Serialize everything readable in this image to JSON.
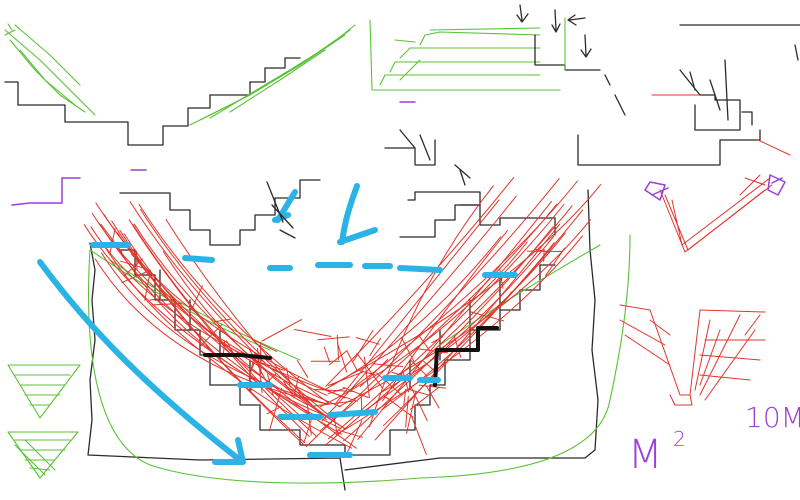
{
  "labels": {
    "area_unit": "M",
    "area_unit_exponent": "2",
    "length_label": "10M"
  },
  "colors": {
    "black": "#2b2b2b",
    "green": "#5bc236",
    "red": "#e0352b",
    "blue": "#2bb3e6",
    "purple": "#9b3fd6"
  },
  "icons": [
    "arrow-down-left-icon",
    "arrow-down-right-icon"
  ]
}
